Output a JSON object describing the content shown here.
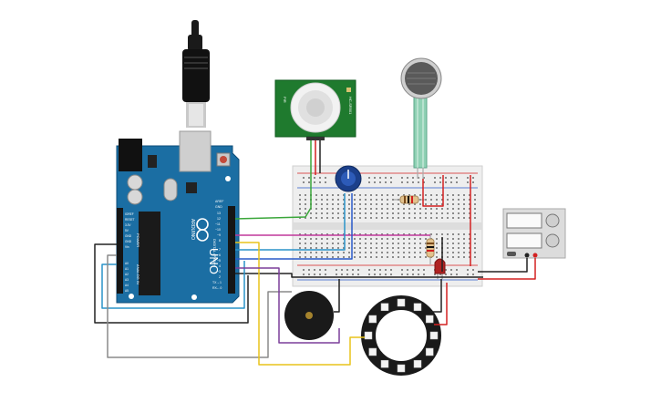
{
  "arduino": {
    "logo_text": "UNO",
    "brand_text": "ARDUINO",
    "digital_label": "DIGITAL (PWM~)",
    "analog_label": "ANALOG IN",
    "power_label": "POWER",
    "aref_label": "AREF",
    "gnd_label": "GND",
    "pin_labels_top": [
      "13",
      "12",
      "~11",
      "~10",
      "~9",
      "8"
    ],
    "pin_labels_bottom": [
      "7",
      "~6",
      "~5",
      "4",
      "~3",
      "2",
      "TX→1",
      "RX←0"
    ],
    "power_pins": [
      "IOREF",
      "RESET",
      "3.3V",
      "5V",
      "GND",
      "GND",
      "Vin"
    ],
    "analog_pins": [
      "A0",
      "A1",
      "A2",
      "A3",
      "A4",
      "A5"
    ]
  },
  "pir_sensor": {
    "label_left": "PIR",
    "label_right": "HC-SR501"
  },
  "battery_pack": {
    "cells": 2
  },
  "colors": {
    "arduino_board": "#1b6ea3",
    "pir_board": "#1f7a2e",
    "wire_green": "#3aa63a",
    "wire_red": "#d32020",
    "wire_black": "#222222",
    "wire_blue": "#2a93c9",
    "wire_magenta": "#c0399b",
    "wire_yellow": "#e8c41a",
    "wire_gray": "#8a8a8a",
    "wire_purple": "#7b3f9a"
  }
}
